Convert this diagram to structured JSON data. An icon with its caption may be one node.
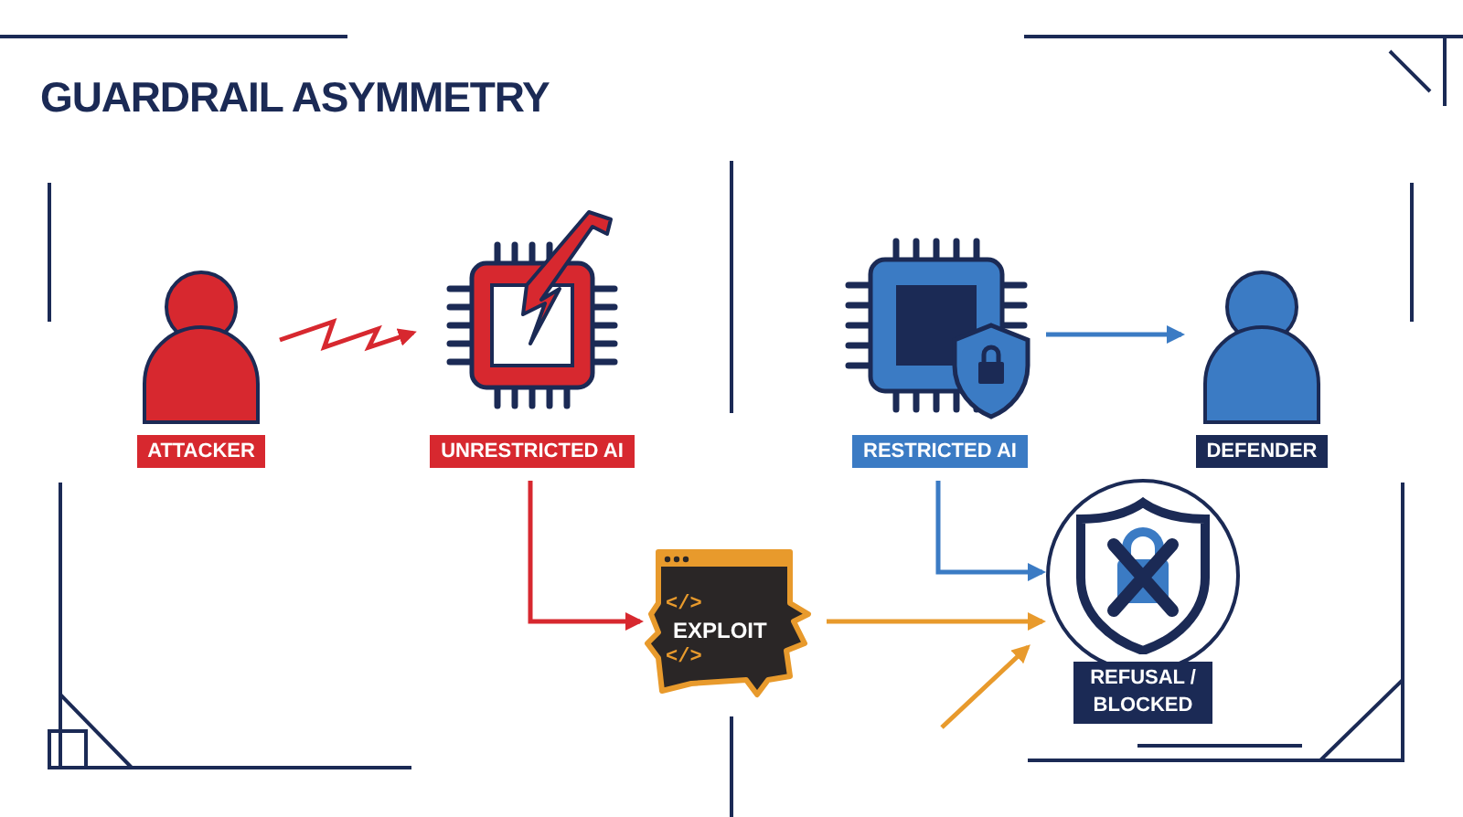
{
  "diagram": {
    "title": "GUARDRAIL ASYMMETRY",
    "nodes": [
      {
        "text": [
          "ATTACKER"
        ]
      },
      {
        "text": [
          "UNRESTRICTED AI"
        ]
      },
      {
        "text": [
          "RESTRICTED AI"
        ]
      },
      {
        "text": [
          "DEFENDER"
        ]
      },
      {
        "text": [
          "</>",
          "EXPLOIT",
          "</>"
        ]
      },
      {
        "text": [
          "REFUSAL / BLOCKED"
        ]
      }
    ],
    "edges": [
      {
        "from": 0,
        "to": 1,
        "arrow": "to",
        "color": "#d7282f"
      },
      {
        "from": 1,
        "to": 4,
        "arrow": "to",
        "color": "#d7282f"
      },
      {
        "from": 2,
        "to": 3,
        "arrow": "to",
        "color": "#3b7bc4"
      },
      {
        "from": 2,
        "to": 5,
        "arrow": "to",
        "color": "#3b7bc4"
      },
      {
        "from": 4,
        "to": 5,
        "arrow": "to",
        "color": "#e89a2c"
      },
      {
        "from": null,
        "to": 5,
        "arrow": "to",
        "color": "#e89a2c"
      }
    ]
  }
}
